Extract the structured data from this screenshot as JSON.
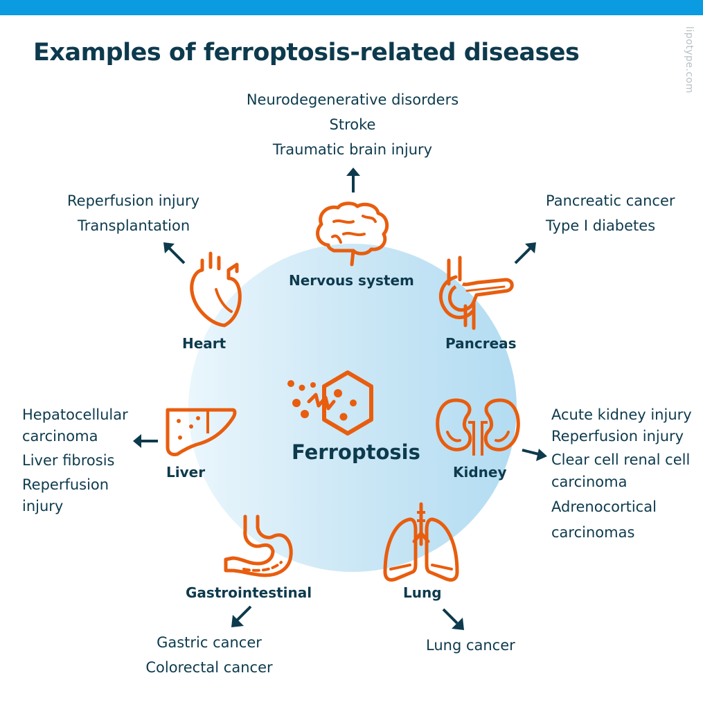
{
  "title": "Examples of ferroptosis-related diseases",
  "watermark": "lipotype.com",
  "center": {
    "label": "Ferroptosis",
    "icon": "ferroptosis-hexagon-icon"
  },
  "colors": {
    "accent": "#e85d0e",
    "text": "#0d3a4d",
    "topbar": "#0a9be0",
    "circle": "#c9e6f5"
  },
  "organs": {
    "nervous": {
      "label": "Nervous system",
      "icon": "brain-icon",
      "diseases": [
        "Neurodegenerative disorders",
        "Stroke",
        "Traumatic brain injury"
      ]
    },
    "heart": {
      "label": "Heart",
      "icon": "heart-icon",
      "diseases": [
        "Reperfusion injury",
        "Transplantation"
      ]
    },
    "pancreas": {
      "label": "Pancreas",
      "icon": "pancreas-icon",
      "diseases": [
        "Pancreatic cancer",
        "Type I diabetes"
      ]
    },
    "liver": {
      "label": "Liver",
      "icon": "liver-icon",
      "diseases": [
        "Hepatocellular",
        "carcinoma",
        "Liver fibrosis",
        "Reperfusion",
        "injury"
      ]
    },
    "kidney": {
      "label": "Kidney",
      "icon": "kidney-icon",
      "diseases": [
        "Acute kidney injury",
        "Reperfusion injury",
        "Clear cell renal cell",
        "carcinoma",
        "Adrenocortical",
        "carcinomas"
      ]
    },
    "gastro": {
      "label": "Gastrointestinal",
      "icon": "stomach-icon",
      "diseases": [
        "Gastric cancer",
        "Colorectal cancer"
      ]
    },
    "lung": {
      "label": "Lung",
      "icon": "lungs-icon",
      "diseases": [
        "Lung cancer"
      ]
    }
  }
}
